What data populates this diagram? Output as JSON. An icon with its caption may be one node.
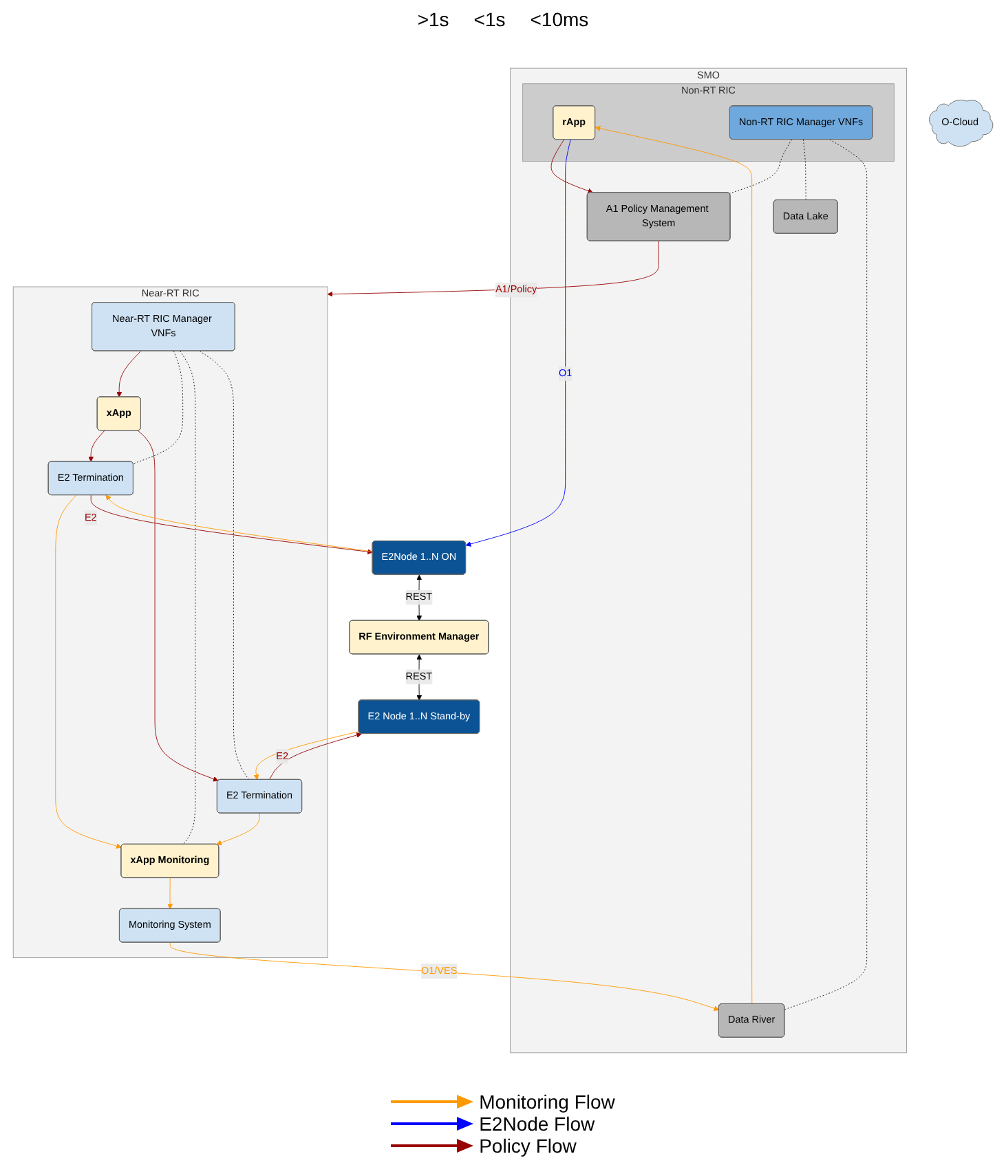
{
  "diagram": {
    "nodes": [
      {
        "text": [
          "SMO"
        ]
      },
      {
        "text": [
          "Non-RT RIC"
        ],
        "in": 0
      },
      {
        "text": [
          "rApp"
        ],
        "in": 1
      },
      {
        "text": [
          "Non-RT RIC Manager VNFs"
        ],
        "in": 1
      },
      {
        "text": [
          "A1 Policy Management System"
        ],
        "in": 0
      },
      {
        "text": [
          "Data Lake"
        ],
        "in": 0
      },
      {
        "text": [
          "Data River"
        ],
        "in": 0
      },
      {
        "text": [
          "Near-RT RIC"
        ]
      },
      {
        "text": [
          "Near-RT RIC Manager VNFs"
        ],
        "in": 7
      },
      {
        "text": [
          "xApp"
        ],
        "in": 7
      },
      {
        "text": [
          "Monitoring System"
        ],
        "in": 7
      },
      {
        "text": [
          "E2 Termination"
        ],
        "in": 7
      },
      {
        "text": [
          "xApp Monitoring"
        ],
        "in": 7
      },
      {
        "text": [
          "E2 Termination"
        ],
        "in": 7
      },
      {
        "text": [
          "O-Cloud"
        ]
      },
      {
        "text": [
          "E2Node 1..N ON"
        ]
      },
      {
        "text": [
          "RF Environment Manager"
        ]
      },
      {
        "text": [
          "E2 Node 1..N Stand-by"
        ]
      }
    ],
    "edges": [
      {
        "from": 2,
        "to": 4,
        "arrow": "to",
        "color": "#990000"
      },
      {
        "from": 4,
        "to": 7,
        "label": "A1/Policy",
        "arrow": "to",
        "color": "#990000"
      },
      {
        "from": 8,
        "to": 9,
        "arrow": "to",
        "color": "#990000"
      },
      {
        "from": 9,
        "to": 11,
        "arrow": "to",
        "color": "#990000"
      },
      {
        "from": 9,
        "to": 13,
        "arrow": "to",
        "color": "#990000"
      },
      {
        "from": 11,
        "to": 12,
        "arrow": "to",
        "color": "#ff9900"
      },
      {
        "from": 13,
        "to": 12,
        "arrow": "to",
        "color": "#ff9900"
      },
      {
        "from": 12,
        "to": 10,
        "arrow": "to",
        "color": "#ff9900"
      },
      {
        "from": 10,
        "to": 6,
        "label": "O1/VES",
        "arrow": "to",
        "color": "#ff9900"
      },
      {
        "from": 6,
        "to": 2,
        "arrow": "to",
        "color": "#ff9900"
      },
      {
        "from": 11,
        "to": 15,
        "label": "E2",
        "arrow": "to",
        "color": "#990000"
      },
      {
        "from": 15,
        "to": 11,
        "arrow": "to",
        "color": "#ff9900"
      },
      {
        "from": 13,
        "to": 17,
        "label": "E2",
        "arrow": "to",
        "color": "#990000"
      },
      {
        "from": 17,
        "to": 13,
        "arrow": "to",
        "color": "#ff9900"
      },
      {
        "from": 15,
        "to": 16,
        "label": "REST",
        "arrow": "both",
        "color": "#000000"
      },
      {
        "from": 16,
        "to": 17,
        "label": "REST",
        "arrow": "both",
        "color": "#000000"
      },
      {
        "from": 2,
        "to": 15,
        "label": "O1",
        "arrow": "to",
        "color": "#0000ff"
      },
      {
        "from": 3,
        "to": 4,
        "arrow": "none",
        "style": "dashed",
        "color": "#000000"
      },
      {
        "from": 3,
        "to": 5,
        "arrow": "none",
        "style": "dashed",
        "color": "#000000"
      },
      {
        "from": 3,
        "to": 6,
        "arrow": "none",
        "style": "dashed",
        "color": "#000000"
      },
      {
        "from": 8,
        "to": 11,
        "arrow": "none",
        "style": "dashed",
        "color": "#000000"
      },
      {
        "from": 8,
        "to": 12,
        "arrow": "none",
        "style": "dashed",
        "color": "#000000"
      },
      {
        "from": 8,
        "to": 13,
        "arrow": "none",
        "style": "dashed",
        "color": "#000000"
      }
    ],
    "labels": [
      ">1s",
      "<1s",
      "<10ms"
    ],
    "legend": [
      {
        "text": "Monitoring Flow"
      },
      {
        "text": "E2Node Flow"
      },
      {
        "text": "Policy Flow"
      }
    ]
  }
}
